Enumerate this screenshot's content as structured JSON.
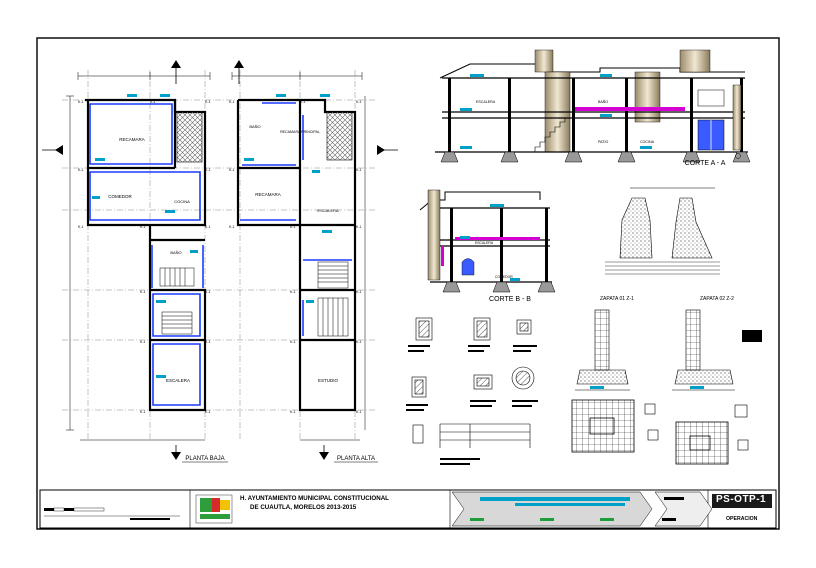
{
  "colors": {
    "wall_blue": "#1a3cff",
    "hatch": "#555555",
    "sheet_code_bg": "#1a1a1a",
    "logo_green": "#2e9e3a",
    "logo_red": "#d62b2b",
    "logo_yellow": "#f2c200",
    "accent_magenta": "#d400d4",
    "glass_blue": "#3a5bff",
    "arrow_band": "#d8d8d8",
    "cyan_label": "#00a0c8"
  },
  "plans": {
    "ground": {
      "title": "PLANTA BAJA",
      "rooms": [
        "RECAMARA",
        "COMEDOR",
        "COCINA",
        "BAÑO",
        "ESCALERA"
      ]
    },
    "upper": {
      "title": "PLANTA ALTA",
      "rooms": [
        "BAÑO",
        "RECAMARA PRINCIPAL",
        "ESCALERA",
        "RECAMARA",
        "ESTUDIO"
      ]
    }
  },
  "sections": {
    "aa": {
      "title": "CORTE A - A",
      "labels": [
        "ESCALERA",
        "BAÑO",
        "COCINA",
        "PATIO"
      ]
    },
    "bb": {
      "title": "CORTE B - B",
      "labels": [
        "ESCALERA",
        "COMEDOR"
      ]
    }
  },
  "footings": {
    "z1": "ZAPATA 01   Z-1",
    "z2": "ZAPATA 02   Z-2"
  },
  "title_block": {
    "client_line1": "H. AYUNTAMIENTO MUNICIPAL CONSTITUCIONAL",
    "client_line2": "DE CUAUTLA, MORELOS   2013-2015",
    "sheet_code": "PS-OTP-1",
    "sheet_label": "OPERACION"
  },
  "icons": {
    "north": "north-arrow-icon",
    "logo": "municipal-seal-icon"
  }
}
